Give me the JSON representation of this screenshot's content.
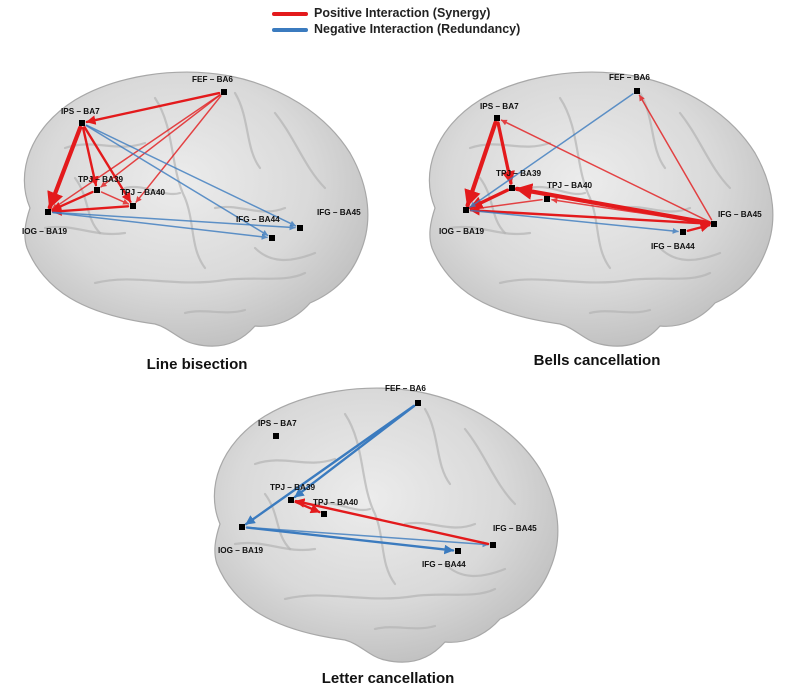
{
  "legend": {
    "positive": {
      "label": "Positive Interaction (Synergy)",
      "color": "#e31a1c"
    },
    "negative": {
      "label": "Negative Interaction (Redundancy)",
      "color": "#3b7bbf"
    }
  },
  "panels": [
    {
      "id": "line",
      "title": "Line bisection",
      "regions": [
        {
          "id": "FEF",
          "label": "FEF – BA6"
        },
        {
          "id": "IPS",
          "label": "IPS – BA7"
        },
        {
          "id": "TPJ39",
          "label": "TPJ – BA39"
        },
        {
          "id": "TPJ40",
          "label": "TPJ – BA40"
        },
        {
          "id": "IOG",
          "label": "IOG – BA19"
        },
        {
          "id": "IFG44",
          "label": "IFG – BA44"
        },
        {
          "id": "IFG45",
          "label": "IFG – BA45"
        }
      ],
      "connections": [
        {
          "from": "FEF",
          "to": "IPS",
          "type": "positive",
          "strength": 2
        },
        {
          "from": "FEF",
          "to": "TPJ39",
          "type": "positive",
          "strength": 1
        },
        {
          "from": "FEF",
          "to": "IOG",
          "type": "positive",
          "strength": 1
        },
        {
          "from": "FEF",
          "to": "TPJ40",
          "type": "positive",
          "strength": 1
        },
        {
          "from": "IPS",
          "to": "IOG",
          "type": "positive",
          "strength": 4
        },
        {
          "from": "IPS",
          "to": "TPJ39",
          "type": "positive",
          "strength": 2
        },
        {
          "from": "IPS",
          "to": "TPJ40",
          "type": "positive",
          "strength": 2
        },
        {
          "from": "TPJ39",
          "to": "IOG",
          "type": "positive",
          "strength": 2
        },
        {
          "from": "TPJ40",
          "to": "IOG",
          "type": "positive",
          "strength": 2
        },
        {
          "from": "TPJ39",
          "to": "TPJ40",
          "type": "positive",
          "strength": 1
        },
        {
          "from": "IPS",
          "to": "IFG44",
          "type": "negative",
          "strength": 1
        },
        {
          "from": "IPS",
          "to": "IFG45",
          "type": "negative",
          "strength": 1
        },
        {
          "from": "IOG",
          "to": "IFG44",
          "type": "negative",
          "strength": 1
        },
        {
          "from": "IOG",
          "to": "IFG45",
          "type": "negative",
          "strength": 1
        }
      ]
    },
    {
      "id": "bells",
      "title": "Bells cancellation",
      "regions": [
        {
          "id": "FEF",
          "label": "FEF – BA6"
        },
        {
          "id": "IPS",
          "label": "IPS – BA7"
        },
        {
          "id": "TPJ39",
          "label": "TPJ – BA39"
        },
        {
          "id": "TPJ40",
          "label": "TPJ – BA40"
        },
        {
          "id": "IOG",
          "label": "IOG – BA19"
        },
        {
          "id": "IFG44",
          "label": "IFG – BA44"
        },
        {
          "id": "IFG45",
          "label": "IFG – BA45"
        }
      ],
      "connections": [
        {
          "from": "IPS",
          "to": "IOG",
          "type": "positive",
          "strength": 4
        },
        {
          "from": "IPS",
          "to": "TPJ39",
          "type": "positive",
          "strength": 3
        },
        {
          "from": "IFG45",
          "to": "TPJ39",
          "type": "positive",
          "strength": 4
        },
        {
          "from": "IFG45",
          "to": "IOG",
          "type": "positive",
          "strength": 2
        },
        {
          "from": "TPJ39",
          "to": "IOG",
          "type": "positive",
          "strength": 3
        },
        {
          "from": "TPJ40",
          "to": "IOG",
          "type": "positive",
          "strength": 1
        },
        {
          "from": "IFG45",
          "to": "IPS",
          "type": "positive",
          "strength": 1
        },
        {
          "from": "IFG45",
          "to": "FEF",
          "type": "positive",
          "strength": 1
        },
        {
          "from": "IFG45",
          "to": "TPJ40",
          "type": "positive",
          "strength": 1
        },
        {
          "from": "IFG44",
          "to": "IFG45",
          "type": "positive",
          "strength": 2
        },
        {
          "from": "FEF",
          "to": "IOG",
          "type": "negative",
          "strength": 1
        },
        {
          "from": "IOG",
          "to": "IFG44",
          "type": "negative",
          "strength": 1
        }
      ]
    },
    {
      "id": "letter",
      "title": "Letter cancellation",
      "regions": [
        {
          "id": "FEF",
          "label": "FEF – BA6"
        },
        {
          "id": "IPS",
          "label": "IPS – BA7"
        },
        {
          "id": "TPJ39",
          "label": "TPJ – BA39"
        },
        {
          "id": "TPJ40",
          "label": "TPJ – BA40"
        },
        {
          "id": "IOG",
          "label": "IOG – BA19"
        },
        {
          "id": "IFG44",
          "label": "IFG – BA44"
        },
        {
          "id": "IFG45",
          "label": "IFG – BA45"
        }
      ],
      "connections": [
        {
          "from": "FEF",
          "to": "IOG",
          "type": "negative",
          "strength": 2
        },
        {
          "from": "FEF",
          "to": "TPJ39",
          "type": "negative",
          "strength": 2
        },
        {
          "from": "IOG",
          "to": "IFG44",
          "type": "negative",
          "strength": 2
        },
        {
          "from": "IOG",
          "to": "IFG45",
          "type": "negative",
          "strength": 1
        },
        {
          "from": "IFG45",
          "to": "TPJ39",
          "type": "positive",
          "strength": 2
        },
        {
          "from": "TPJ39",
          "to": "TPJ40",
          "type": "positive",
          "strength": 2
        }
      ]
    }
  ]
}
